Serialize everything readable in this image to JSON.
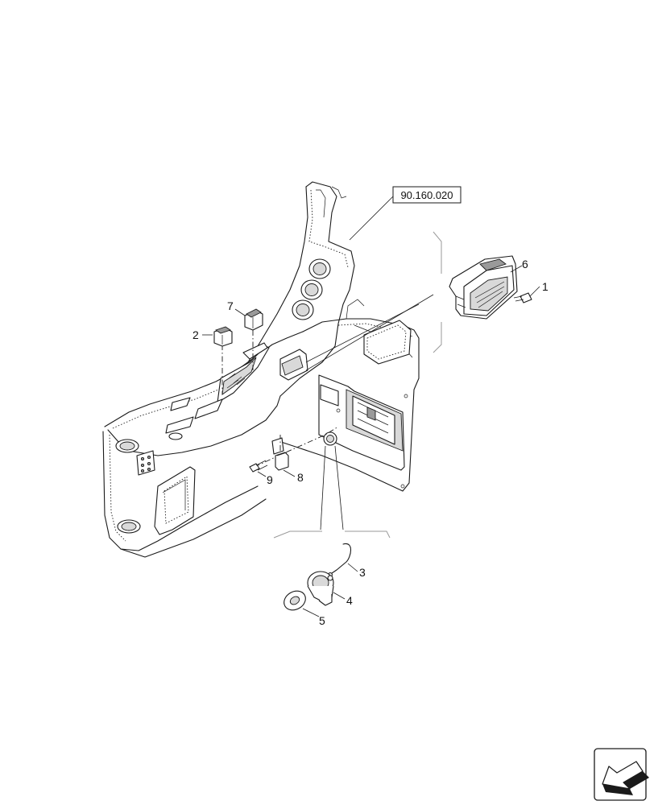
{
  "reference_box": {
    "text": "90.160.020"
  },
  "callouts": [
    {
      "id": "1",
      "text": "1"
    },
    {
      "id": "2",
      "text": "2"
    },
    {
      "id": "3",
      "text": "3"
    },
    {
      "id": "4",
      "text": "4"
    },
    {
      "id": "5",
      "text": "5"
    },
    {
      "id": "6",
      "text": "6"
    },
    {
      "id": "7",
      "text": "7"
    },
    {
      "id": "8",
      "text": "8"
    },
    {
      "id": "9",
      "text": "9"
    }
  ],
  "nav_icon": {
    "icon": "back-arrow-icon"
  }
}
